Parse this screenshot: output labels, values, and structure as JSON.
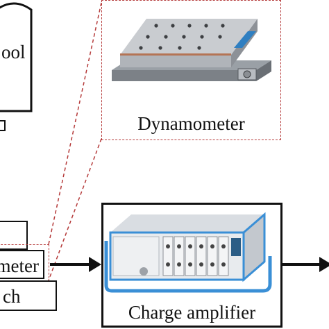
{
  "tool_node": {
    "label_fragment": "ool"
  },
  "dynamometer_node": {
    "label": "Dynamometer",
    "photo": "dynamometer-photo"
  },
  "left_stack": {
    "row1_fragment": "",
    "row2_fragment": "meter",
    "row3_fragment": "ch"
  },
  "charge_amplifier_node": {
    "label": "Charge amplifier",
    "photo": "charge-amplifier-photo"
  },
  "colors": {
    "dashed_connector": "#b53a3a",
    "outline": "#111111",
    "amplifier_accent": "#3a8fd6"
  }
}
